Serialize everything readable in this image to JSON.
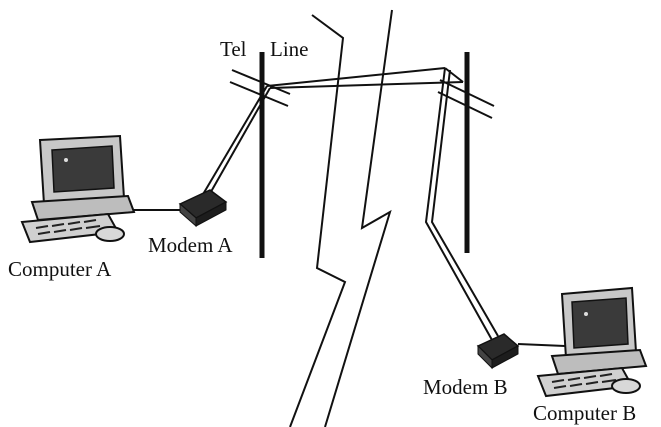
{
  "labels": {
    "tel": "Tel",
    "line": "Line",
    "modem_a": "Modem A",
    "computer_a": "Computer A",
    "modem_b": "Modem B",
    "computer_b": "Computer B"
  },
  "colors": {
    "stroke": "#111111",
    "monitor_body": "#c8c8c8",
    "screen": "#3a3a3a",
    "modem": "#2a2a2a"
  },
  "icons": [
    "computer-icon",
    "modem-icon",
    "telephone-pole-icon",
    "lightning-break-icon"
  ]
}
